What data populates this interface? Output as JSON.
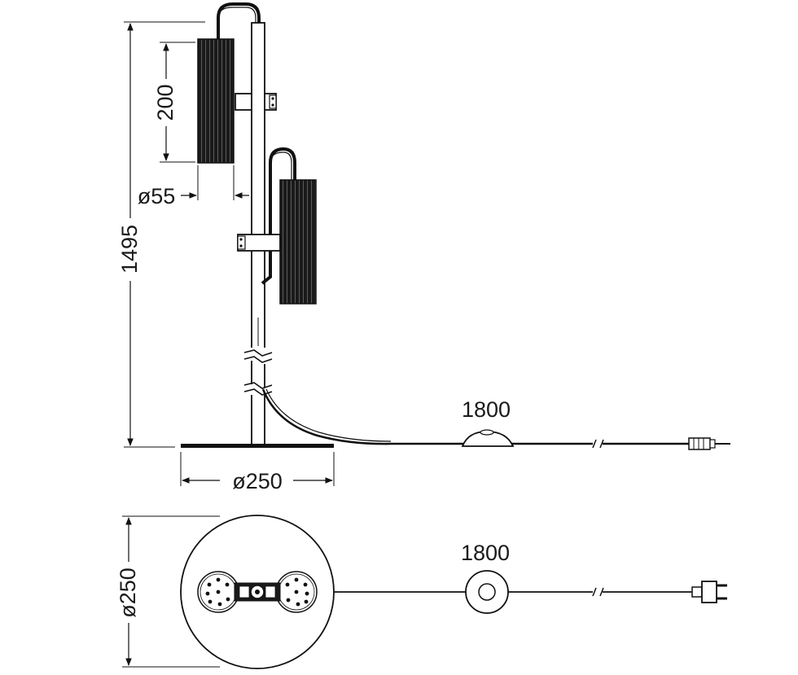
{
  "dimensions": {
    "total_height": "1495",
    "shade_height": "200",
    "shade_diameter": "ø55",
    "base_diameter_side": "ø250",
    "cable_length_side": "1800",
    "cable_length_top": "1800",
    "base_diameter_top": "ø250"
  },
  "colors": {
    "line": "#111111",
    "shade": "#1a1a1a",
    "background": "#ffffff"
  }
}
